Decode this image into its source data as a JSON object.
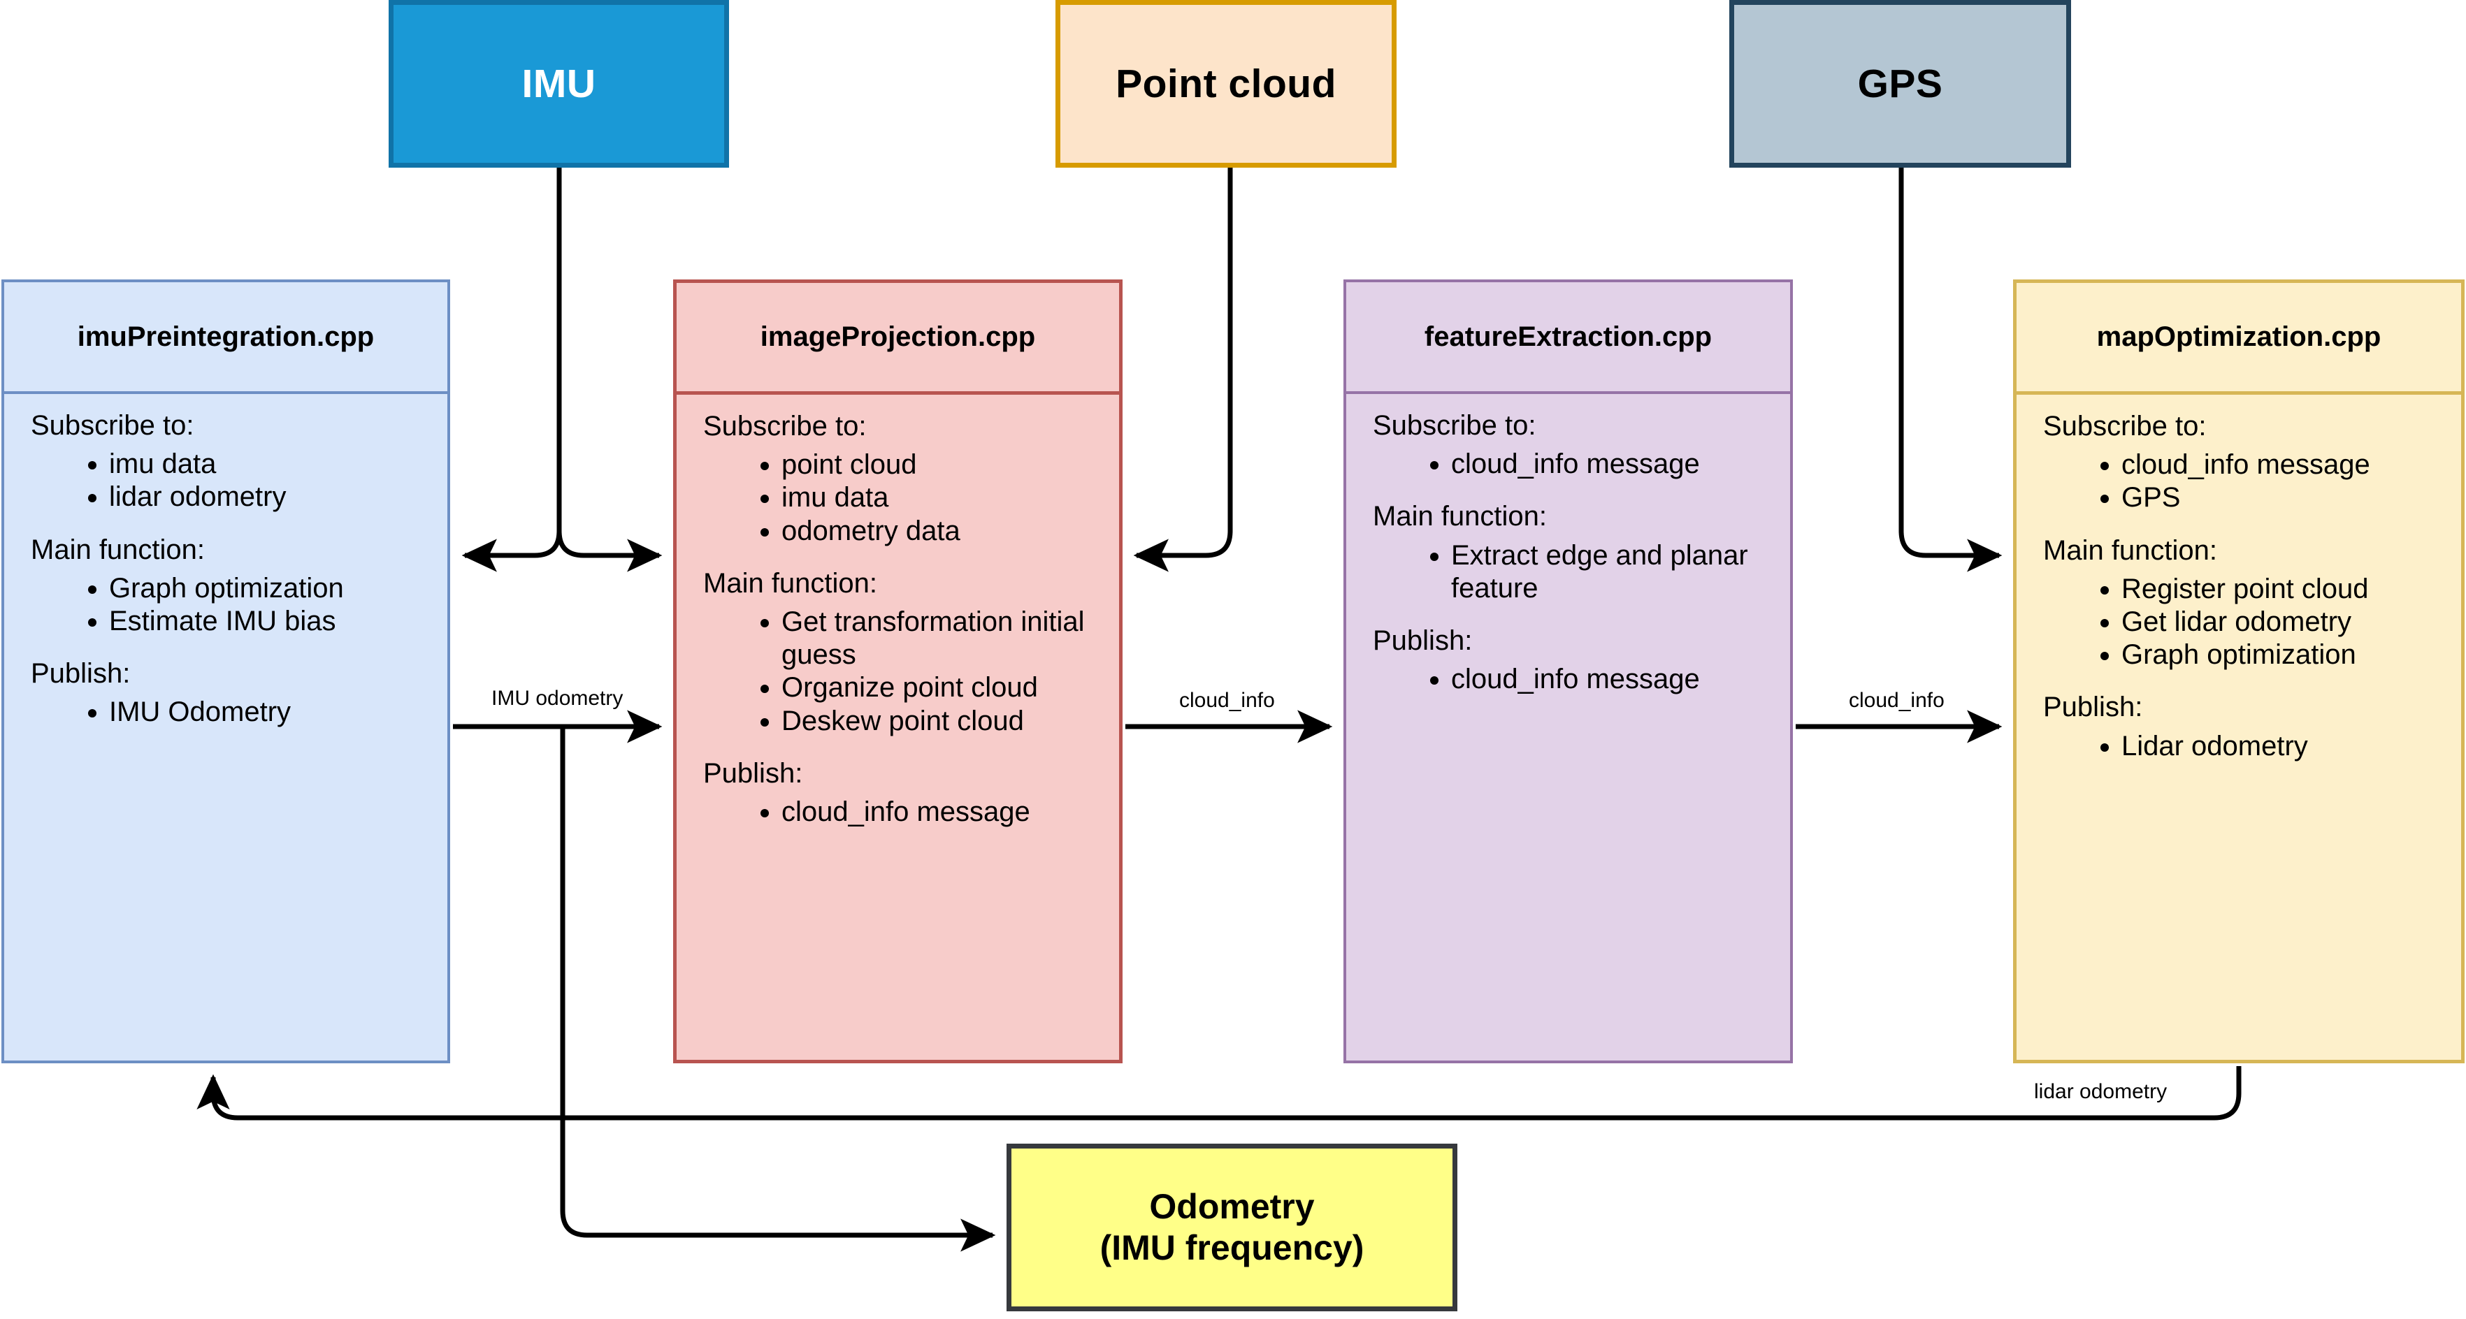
{
  "sources": [
    {
      "id": "imu",
      "label": "IMU"
    },
    {
      "id": "point_cloud",
      "label": "Point cloud"
    },
    {
      "id": "gps",
      "label": "GPS"
    }
  ],
  "modules": [
    {
      "id": "imu_preintegration",
      "title": "imuPreintegration.cpp",
      "subscribe_label": "Subscribe to:",
      "subscribe": [
        "imu data",
        "lidar odometry"
      ],
      "main_label": "Main function:",
      "main": [
        "Graph optimization",
        "Estimate IMU bias"
      ],
      "publish_label": "Publish:",
      "publish": [
        "IMU Odometry"
      ]
    },
    {
      "id": "image_projection",
      "title": "imageProjection.cpp",
      "subscribe_label": "Subscribe to:",
      "subscribe": [
        "point cloud",
        "imu data",
        "odometry data"
      ],
      "main_label": "Main function:",
      "main": [
        "Get transformation initial guess",
        "Organize point cloud",
        "Deskew point cloud"
      ],
      "publish_label": "Publish:",
      "publish": [
        "cloud_info message"
      ]
    },
    {
      "id": "feature_extraction",
      "title": "featureExtraction.cpp",
      "subscribe_label": "Subscribe to:",
      "subscribe": [
        "cloud_info message"
      ],
      "main_label": "Main function:",
      "main": [
        "Extract edge and planar feature"
      ],
      "publish_label": "Publish:",
      "publish": [
        "cloud_info message"
      ]
    },
    {
      "id": "map_optimization",
      "title": "mapOptimization.cpp",
      "subscribe_label": "Subscribe to:",
      "subscribe": [
        "cloud_info message",
        "GPS"
      ],
      "main_label": "Main function:",
      "main": [
        "Register point cloud",
        "Get lidar odometry",
        "Graph optimization"
      ],
      "publish_label": "Publish:",
      "publish": [
        "Lidar odometry"
      ]
    }
  ],
  "output": {
    "line1": "Odometry",
    "line2": "(IMU frequency)"
  },
  "edge_labels": {
    "imu_odometry": "IMU odometry",
    "cloud_info_1": "cloud_info",
    "cloud_info_2": "cloud_info",
    "lidar_odometry": "lidar odometry"
  },
  "colors": {
    "imu_fill": "#1a99d6",
    "imu_stroke": "#1073a8",
    "point_cloud_fill": "#fde4ca",
    "point_cloud_stroke": "#d79b00",
    "gps_fill": "#b4c6d3",
    "gps_stroke": "#23445d",
    "imu_preintegration_fill": "#d8e6fa",
    "imu_preintegration_stroke": "#6d8fc4",
    "image_projection_fill": "#f7ccca",
    "image_projection_stroke": "#b85450",
    "feature_extraction_fill": "#e2d2e8",
    "feature_extraction_stroke": "#9673a6",
    "map_optimization_fill": "#fdf0cb",
    "map_optimization_stroke": "#d6b656",
    "output_fill": "#ffff88",
    "output_stroke": "#36393d",
    "wire": "#000000"
  }
}
